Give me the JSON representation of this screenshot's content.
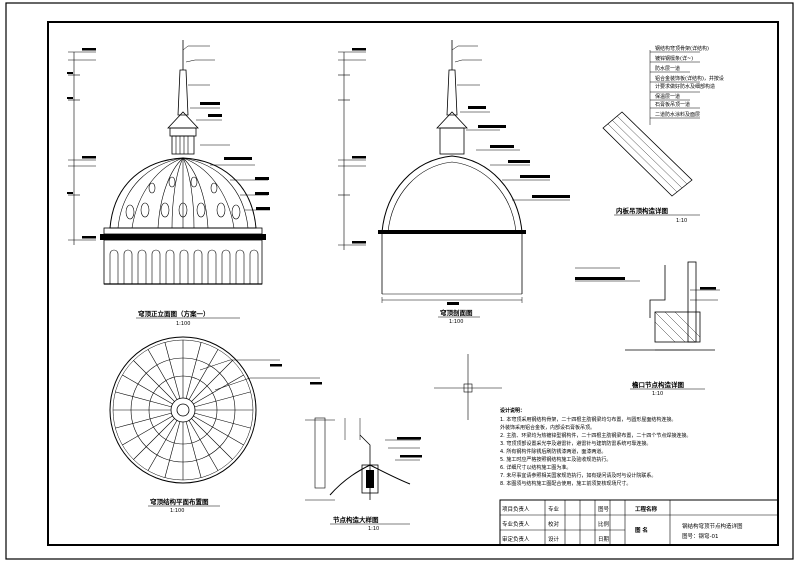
{
  "drawing": {
    "views": {
      "elevation_a": {
        "title": "穹顶正立面图（方案一）",
        "scale": "1:100"
      },
      "section": {
        "title": "穹顶剖面图",
        "scale": "1:100"
      },
      "plan": {
        "title": "穹顶结构平面布置图",
        "scale": "1:100"
      },
      "dome_detail": {
        "title": "内板吊顶构造详图",
        "scale": "1:10"
      },
      "eave_detail": {
        "title": "檐口节点构造详图",
        "scale": "1:10"
      },
      "joint_detail": {
        "title": "节点构造大样图",
        "scale": "1:10"
      }
    },
    "detail_layers": [
      "钢结构穹顶骨架(详结构)",
      "镀锌钢檩条(详~)",
      "防水层一道",
      "铝合金装饰板(详结构)，并按设",
      "计要求做好防水及细部构造",
      "保温层一道",
      "石膏板吊顶一道",
      "二道防水涂料及面层"
    ],
    "notes": {
      "heading": "设计说明：",
      "lines": [
        "1. 本穹顶采用钢结构骨架，二十四根主肋钢梁均匀布置，与圆形屋面结构连接。",
        "   外装饰采用铝合金板，内部设石膏板吊顶。",
        "2. 主肋、环梁均为热镀锌型钢构件，二十四根主肋钢梁布置，二十四个节点焊接连接。",
        "3. 穹顶顶部设置采光亭及避雷针，避雷针与建筑防雷系统可靠连接。",
        "4. 所有钢构件除锈后刷防锈漆两道，面漆两道。",
        "5. 施工时应严格按照钢结构施工及验收规范执行。",
        "6. 详细尺寸以结构施工图为准。",
        "7. 未尽事宜请参照相关国家规范执行，如有疑问请及时与设计院联系。",
        "8. 本图须与结构施工图配合使用，施工前须复核现场尺寸。"
      ]
    },
    "title_block": {
      "project_label": "工程名称",
      "drawing_label": "图  名",
      "drawing_name_line1": "钢结构穹顶节点构造详图",
      "drawing_name_line2": "图号：钢穹-01",
      "rows": [
        {
          "role": "项目负责人",
          "a": "专业",
          "b": "",
          "c": "图号"
        },
        {
          "role": "专业负责人",
          "a": "校对",
          "b": "",
          "c": "比例"
        },
        {
          "role": "审定负责人",
          "a": "设计",
          "b": "",
          "c": "日期"
        }
      ]
    }
  }
}
